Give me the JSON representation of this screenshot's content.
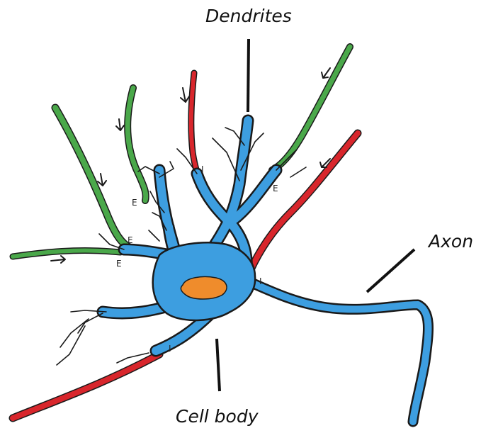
{
  "labels": {
    "dendrites": "Dendrites",
    "axon": "Axon",
    "cell_body": "Cell body"
  },
  "synapse_marks": {
    "excitatory": "E",
    "inhibitory": "I"
  },
  "colors": {
    "neuron": "#3d9ee0",
    "nucleus": "#ef8c2c",
    "excitatory_input": "#4aa84a",
    "inhibitory_input": "#d8262c",
    "outline": "#1a1a1a"
  },
  "icons": [
    "arrow-icon"
  ]
}
